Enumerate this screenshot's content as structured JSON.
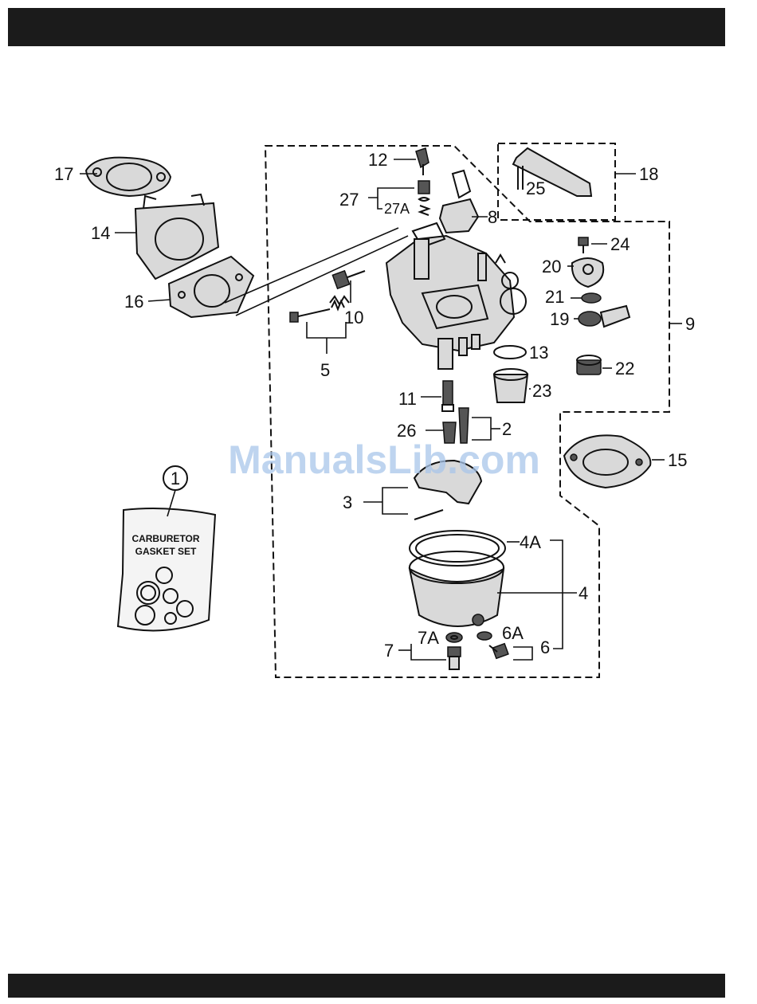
{
  "callouts": {
    "c1": "1",
    "c2": "2",
    "c3": "3",
    "c4": "4",
    "c4a": "4A",
    "c5": "5",
    "c6": "6",
    "c6a": "6A",
    "c7": "7",
    "c7a": "7A",
    "c8": "8",
    "c9": "9",
    "c10": "10",
    "c11": "11",
    "c12": "12",
    "c13": "13",
    "c14": "14",
    "c15": "15",
    "c16": "16",
    "c17": "17",
    "c18": "18",
    "c19": "19",
    "c20": "20",
    "c21": "21",
    "c22": "22",
    "c23": "23",
    "c24": "24",
    "c25": "25",
    "c26": "26",
    "c27": "27",
    "c27a": "27A"
  },
  "gasket_bag": {
    "line1": "CARBURETOR",
    "line2": "GASKET SET"
  },
  "watermark": "ManualsLib.com"
}
